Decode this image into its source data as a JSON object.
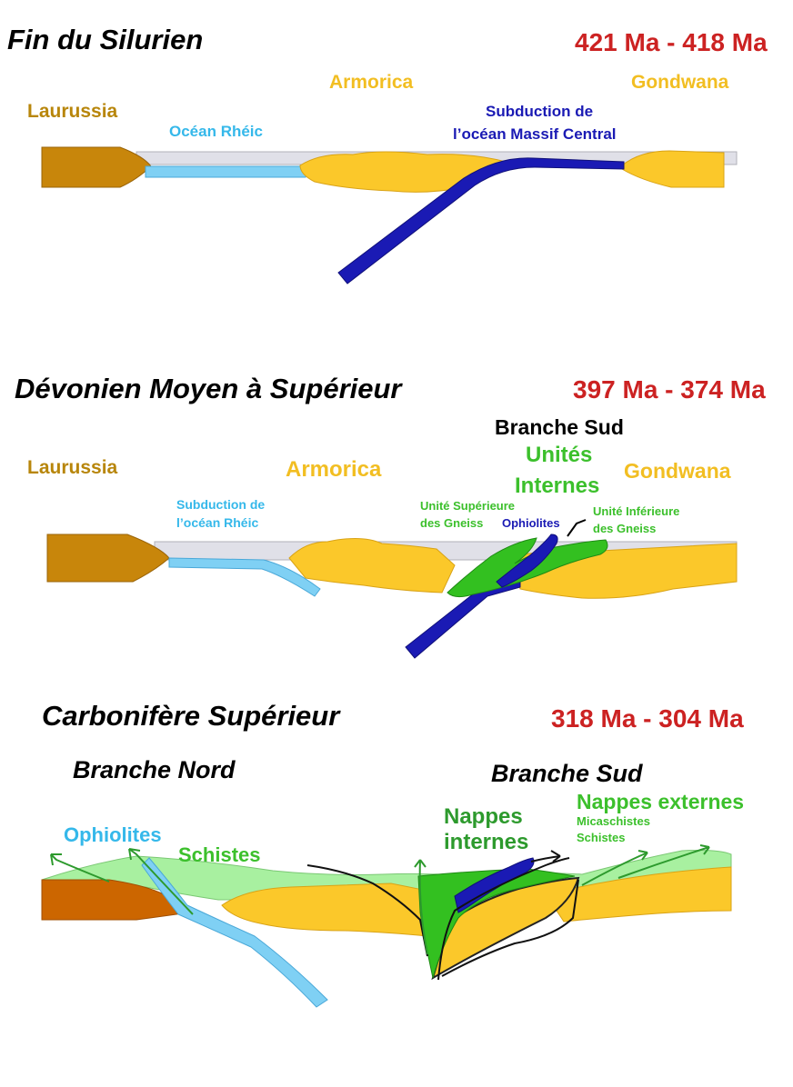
{
  "panel1": {
    "title": "Fin du Silurien",
    "age": "421 Ma - 418 Ma",
    "laurussia": "Laurussia",
    "ocean": "Océan Rhéic",
    "armorica": "Armorica",
    "gondwana": "Gondwana",
    "subduction_l1": "Subduction de",
    "subduction_l2": "l’océan Massif Central"
  },
  "panel2": {
    "title": "Dévonien Moyen à Supérieur",
    "age": "397 Ma - 374 Ma",
    "laurussia": "Laurussia",
    "subduction_l1": "Subduction de",
    "subduction_l2": "l’océan Rhéic",
    "armorica": "Armorica",
    "branche_sud": "Branche Sud",
    "unites_l1": "Unités",
    "unites_l2": "Internes",
    "gondwana": "Gondwana",
    "sup_gneiss_l1": "Unité Supérieure",
    "sup_gneiss_l2": "des Gneiss",
    "ophiolites": "Ophiolites",
    "inf_gneiss_l1": "Unité Inférieure",
    "inf_gneiss_l2": "des Gneiss"
  },
  "panel3": {
    "title": "Carbonifère Supérieur",
    "age": "318 Ma - 304 Ma",
    "branche_nord": "Branche Nord",
    "branche_sud": "Branche Sud",
    "ophiolites": "Ophiolites",
    "schistes": "Schistes",
    "nappes_int_l1": "Nappes",
    "nappes_int_l2": "internes",
    "nappes_ext": "Nappes externes",
    "micaschistes": "Micaschistes",
    "schistes_small": "Schistes"
  },
  "colors": {
    "laurussia": "#c8860b",
    "laurussia_late": "#cc6600",
    "continent": "#fbc82a",
    "rheic_ocean": "#7fd0f4",
    "slab_blue": "#1a1ab4",
    "ocean_floor": "#e0e0e8",
    "internal_units": "#33c020",
    "light_green": "#a8f0a0",
    "age_red": "#cc2222"
  }
}
